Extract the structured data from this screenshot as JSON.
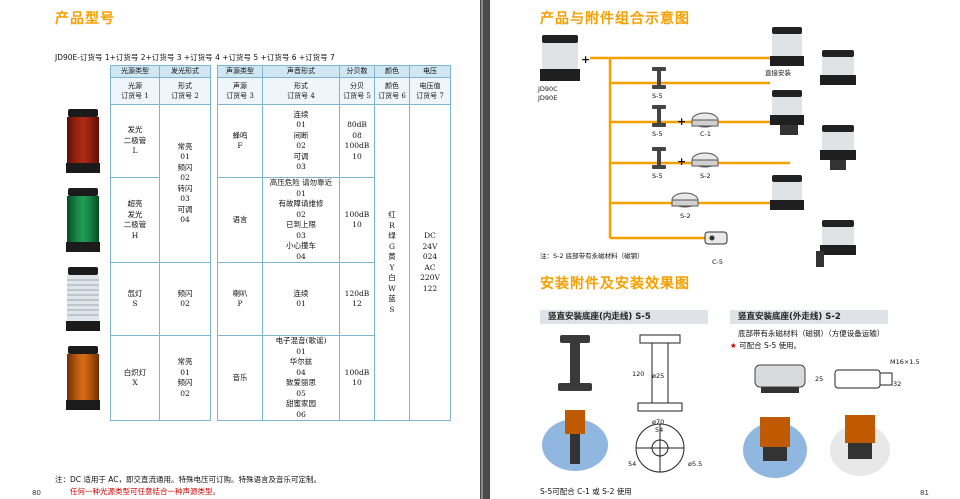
{
  "left_page": {
    "title": "产品型号",
    "formula": "JD90E-订货号 1+订货号 2+订货号 3 +订货号 4 +订货号 5 +订货号 6 +订货号 7",
    "headers": {
      "row1": [
        "光源类型",
        "发光形式",
        "声源类型",
        "声音形式",
        "分贝数",
        "颜色",
        "电压"
      ],
      "row2": [
        "光源\n订货号 1",
        "形式\n订货号 2",
        "声源\n订货号 3",
        "形式\n订货号 4",
        "分贝\n订货号 5",
        "颜色\n订货号 6",
        "电压值\n订货号 7"
      ]
    },
    "light_sources": [
      "发光\n二极管\nL",
      "超亮\n发光\n二极管\nH",
      "氙灯\nS",
      "白炽灯\nX"
    ],
    "light_forms": {
      "led": "常亮\n01\n频闪\n02\n转闪\n03\n可调\n04",
      "xenon": "频闪\n02",
      "incandescent": "常亮\n01\n频闪\n02"
    },
    "sound_sources": [
      "蜂鸣\nF",
      "语言",
      "喇叭\nP",
      "音乐"
    ],
    "sound_forms": [
      "连续\n01\n间断\n02\n可调\n03",
      "高压危险 请勿靠近\n01\n有故障请维修\n02\n已到上限\n03\n小心撞车\n04",
      "连续\n01",
      "电子混音(歌谣)\n01\n华尔兹\n04\n致爱丽思\n05\n甜蜜家园\n06"
    ],
    "decibels": [
      "80dB\n08\n100dB\n10",
      "100dB\n10",
      "120dB\n12",
      "100dB\n10"
    ],
    "colors": "红\nR\n绿\nG\n黄\nY\n白\nW\n蓝\nS",
    "voltage": "DC\n24V\n024\nAC\n220V\n122",
    "note1": "注：DC 适用于 AC，即交直流通用。特殊电压可订购。特殊语言及音乐可定制。",
    "note2": "任何一种光源类型可任意结合一种声源类型。",
    "page_number": "80"
  },
  "right_page": {
    "title1": "产品与附件组合示意图",
    "label_jd90": "JD90C\nJD90E",
    "label_direct": "直接安装",
    "label_s5": "S-5",
    "label_c1": "C-1",
    "label_s2": "S-2",
    "label_c5": "C-5",
    "note_s2": "注：S-2 底部带有永磁材料（磁钢）",
    "title2": "安装附件及安装效果图",
    "panel1_title": "竖直安装底座(内走线)   S-5",
    "panel2_title": "竖直安装底座(外走线)   S-2",
    "panel2_desc1": "底部带有永磁材料（磁钢）（方便设备运输）",
    "panel2_desc2": "可配合 S-5 使用。",
    "star": "★",
    "panel1_caption": "S-5可配合 C-1 或 S-2 使用",
    "dims": {
      "d1": "120",
      "d2": "ø25",
      "d3": "ø70",
      "d4": "54",
      "d5": "54",
      "d6": "ø5.5",
      "d7": "M16×1.5",
      "d8": "32",
      "d9": "25"
    },
    "page_number": "81",
    "colors": {
      "orange": "#f5a000",
      "red": "#d00000"
    }
  }
}
